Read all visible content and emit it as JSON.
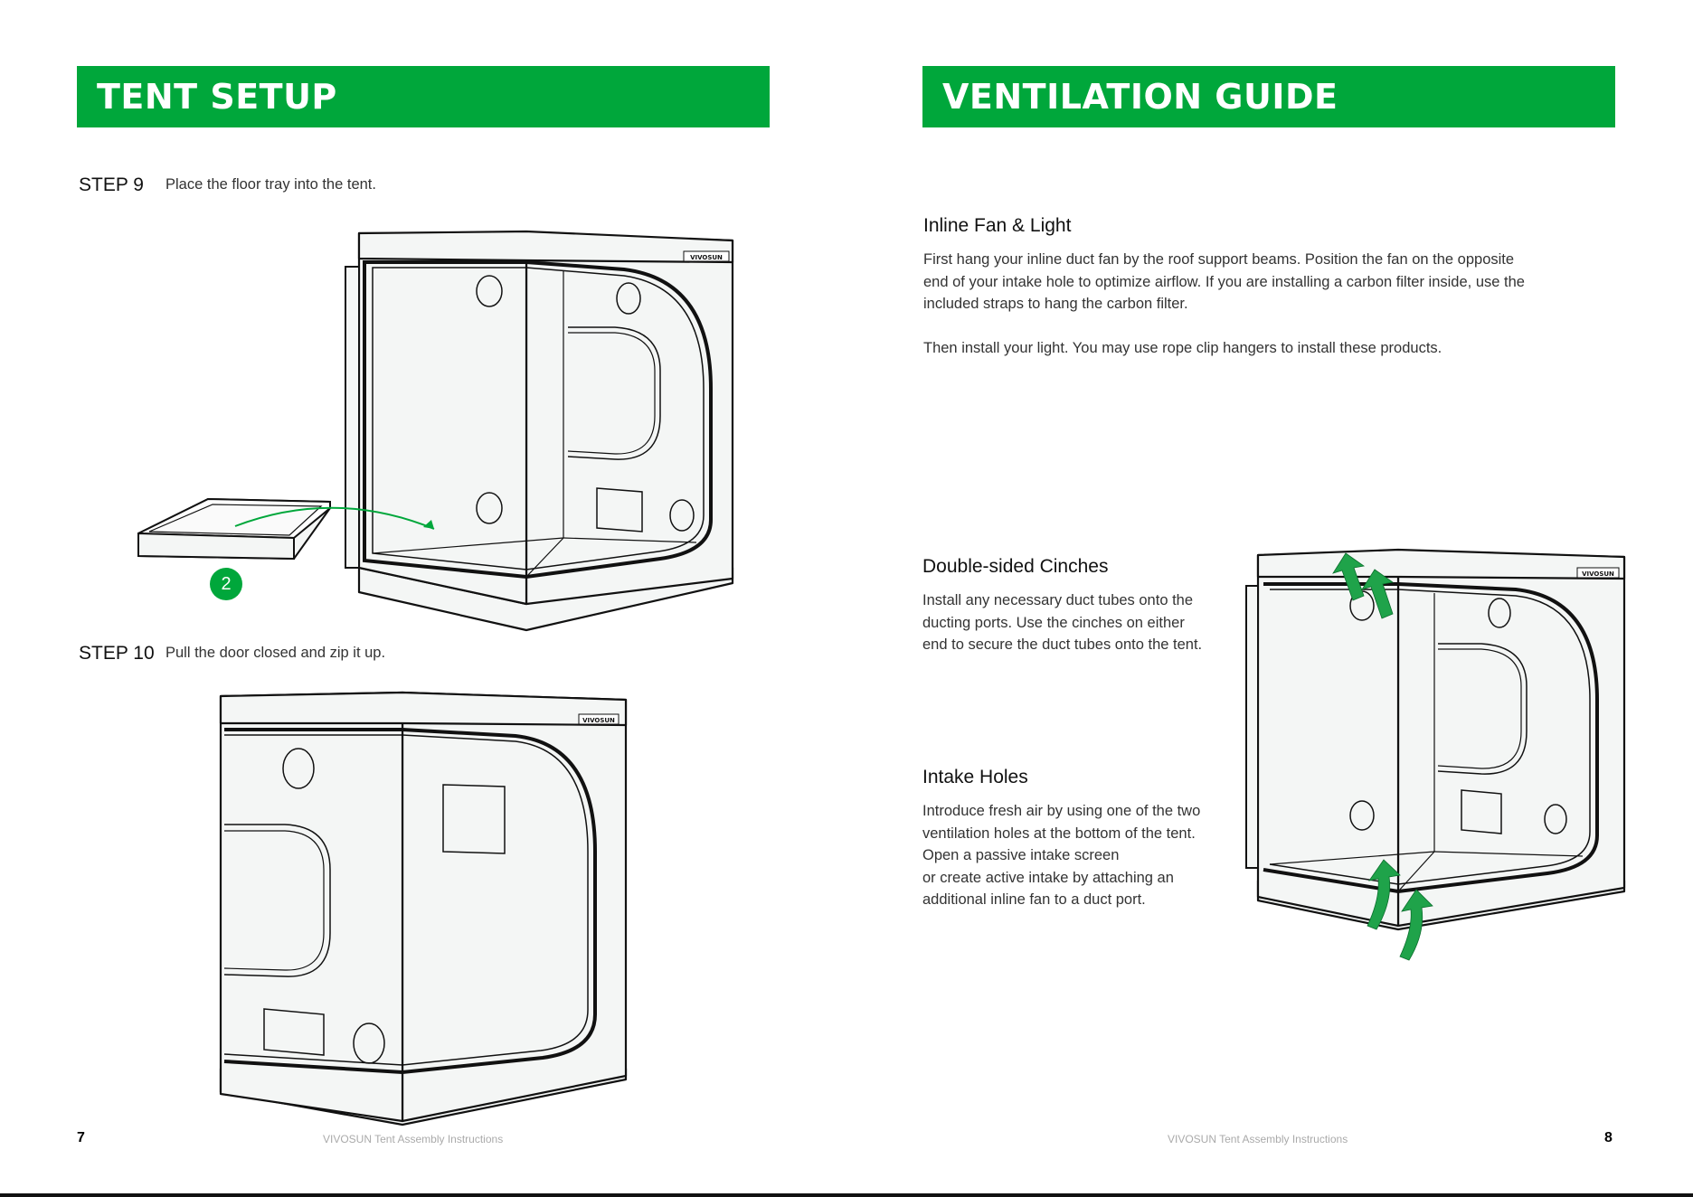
{
  "left_page": {
    "banner": "TENT SETUP",
    "step9": {
      "label": "STEP 9",
      "text": "Place the floor tray into the tent."
    },
    "step10": {
      "label": "STEP 10",
      "text": "Pull the door closed and zip it up."
    },
    "badge": "2",
    "page_number": "7",
    "footer": "VIVOSUN Tent Assembly Instructions"
  },
  "right_page": {
    "banner": "VENTILATION GUIDE",
    "sections": [
      {
        "title": "Inline Fan & Light",
        "body": "First hang your inline duct fan by the roof support beams. Position the fan on the opposite\nend of your intake hole to optimize airflow. If you are installing a carbon filter inside, use the\nincluded straps to hang the carbon filter.\n\nThen install your light. You may use rope clip hangers to install these products."
      },
      {
        "title": "Double-sided Cinches",
        "body": "Install any necessary duct tubes onto the\nducting ports. Use the cinches on either\nend to secure the duct tubes onto the tent."
      },
      {
        "title": "Intake Holes",
        "body": "Introduce fresh air by using one of the two\nventilation holes at the bottom of the tent.\nOpen a passive intake screen\nor create active intake by attaching an\nadditional inline fan to a duct port."
      }
    ],
    "page_number": "8",
    "footer": "VIVOSUN Tent Assembly Instructions"
  },
  "logo_text": "VIVOSUN",
  "colors": {
    "accent": "#00a73b",
    "line": "#111111",
    "panel": "#f4f6f5"
  }
}
